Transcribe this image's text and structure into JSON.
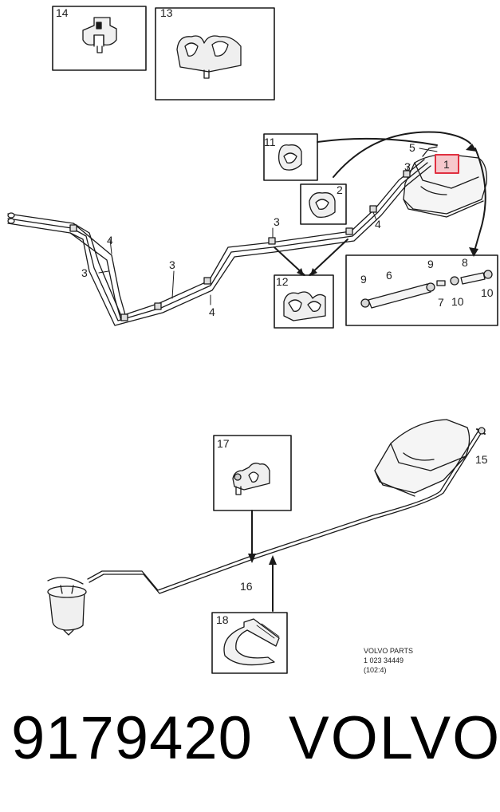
{
  "callouts": {
    "c14": "14",
    "c13": "13",
    "c11": "11",
    "c5": "5",
    "c1": "1",
    "c2": "2",
    "c3_tank": "3",
    "c4_tank": "4",
    "c4_left": "4",
    "c3_left": "3",
    "c3_mid": "3",
    "c4_mid": "4",
    "c3_top": "3",
    "c12": "12",
    "c9_a": "9",
    "c8": "8",
    "c9_b": "9",
    "c6": "6",
    "c7": "7",
    "c10_a": "10",
    "c10_b": "10",
    "c17": "17",
    "c15": "15",
    "c16": "16",
    "c18": "18"
  },
  "stamp": {
    "line1": "VOLVO PARTS",
    "line2": "1 023 34449",
    "line3": "(102:4)"
  },
  "footer": {
    "part_number": "9179420",
    "brand": "VOLVO"
  },
  "colors": {
    "line": "#1a1a1a",
    "highlight": "#e03040",
    "highlight_fill": "#f6c8cc",
    "background": "#ffffff"
  }
}
